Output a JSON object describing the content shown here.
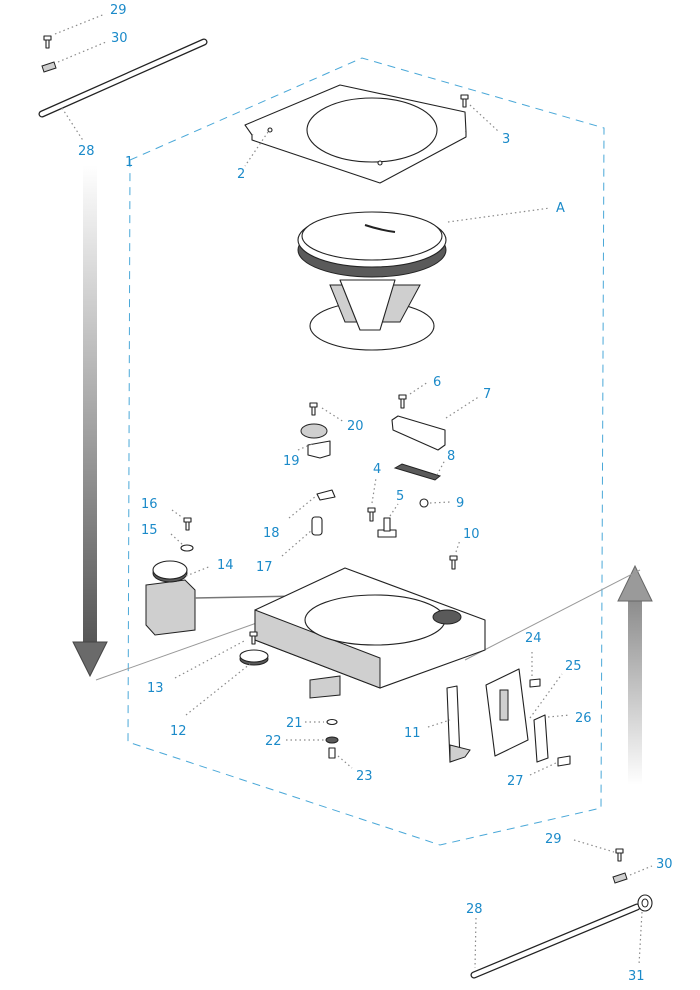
{
  "callouts": [
    {
      "id": "29a",
      "text": "29"
    },
    {
      "id": "30a",
      "text": "30"
    },
    {
      "id": "28a",
      "text": "28"
    },
    {
      "id": "1",
      "text": "1"
    },
    {
      "id": "2",
      "text": "2"
    },
    {
      "id": "3",
      "text": "3"
    },
    {
      "id": "A",
      "text": "A"
    },
    {
      "id": "6",
      "text": "6"
    },
    {
      "id": "7",
      "text": "7"
    },
    {
      "id": "20",
      "text": "20"
    },
    {
      "id": "19",
      "text": "19"
    },
    {
      "id": "4",
      "text": "4"
    },
    {
      "id": "8",
      "text": "8"
    },
    {
      "id": "5",
      "text": "5"
    },
    {
      "id": "9",
      "text": "9"
    },
    {
      "id": "16",
      "text": "16"
    },
    {
      "id": "18",
      "text": "18"
    },
    {
      "id": "15",
      "text": "15"
    },
    {
      "id": "17",
      "text": "17"
    },
    {
      "id": "10",
      "text": "10"
    },
    {
      "id": "14",
      "text": "14"
    },
    {
      "id": "13",
      "text": "13"
    },
    {
      "id": "12",
      "text": "12"
    },
    {
      "id": "24",
      "text": "24"
    },
    {
      "id": "25",
      "text": "25"
    },
    {
      "id": "26",
      "text": "26"
    },
    {
      "id": "11",
      "text": "11"
    },
    {
      "id": "21",
      "text": "21"
    },
    {
      "id": "22",
      "text": "22"
    },
    {
      "id": "23",
      "text": "23"
    },
    {
      "id": "27",
      "text": "27"
    },
    {
      "id": "29b",
      "text": "29"
    },
    {
      "id": "30b",
      "text": "30"
    },
    {
      "id": "28b",
      "text": "28"
    },
    {
      "id": "31",
      "text": "31"
    }
  ],
  "colors": {
    "callout": "#1b8ac9",
    "boundary": "#4aa8d8",
    "arrow_down": "#6a6a6a",
    "arrow_up": "#8c8c8c"
  },
  "icons": [
    "arrow-down-icon",
    "arrow-up-icon"
  ]
}
